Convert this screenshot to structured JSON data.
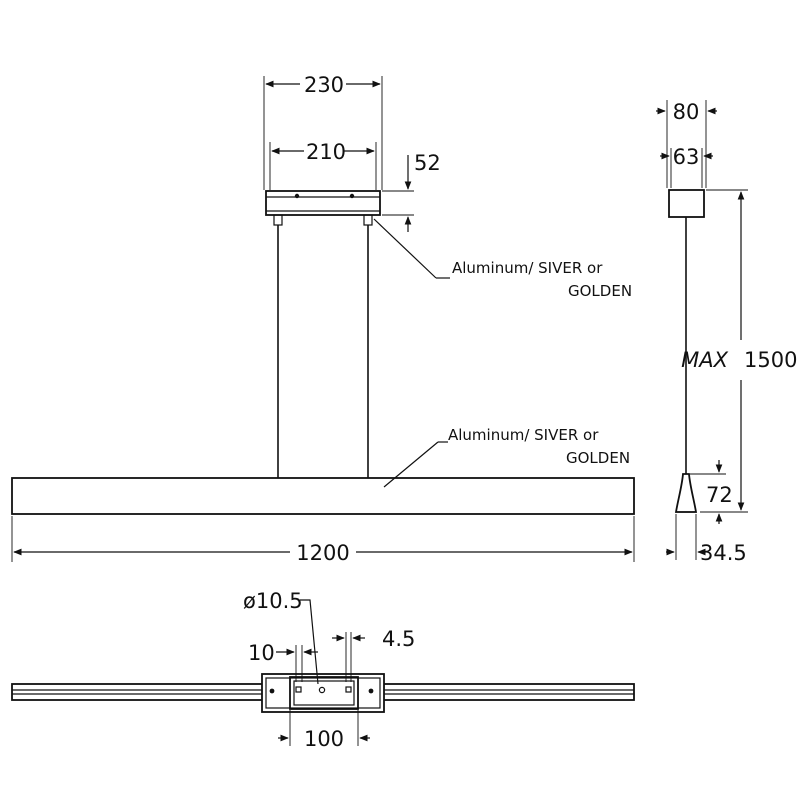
{
  "front_view": {
    "canopy_outer_width": "230",
    "canopy_inner_width": "210",
    "canopy_height": "52",
    "canopy_note_line1": "Aluminum/  SIVER   or",
    "canopy_note_line2": "GOLDEN",
    "body_note_line1": "Aluminum/  SIVER   or",
    "body_note_line2": "GOLDEN",
    "body_length": "1200"
  },
  "side_view": {
    "canopy_outer_width": "80",
    "canopy_inner_width": "63",
    "suspension_max_label": "MAX",
    "suspension_max_value": "1500",
    "profile_height": "72",
    "profile_width": "34.5"
  },
  "top_view": {
    "hole_diameter": "ø10.5",
    "offset_left": "10",
    "offset_right": "4.5",
    "mount_width": "100"
  }
}
